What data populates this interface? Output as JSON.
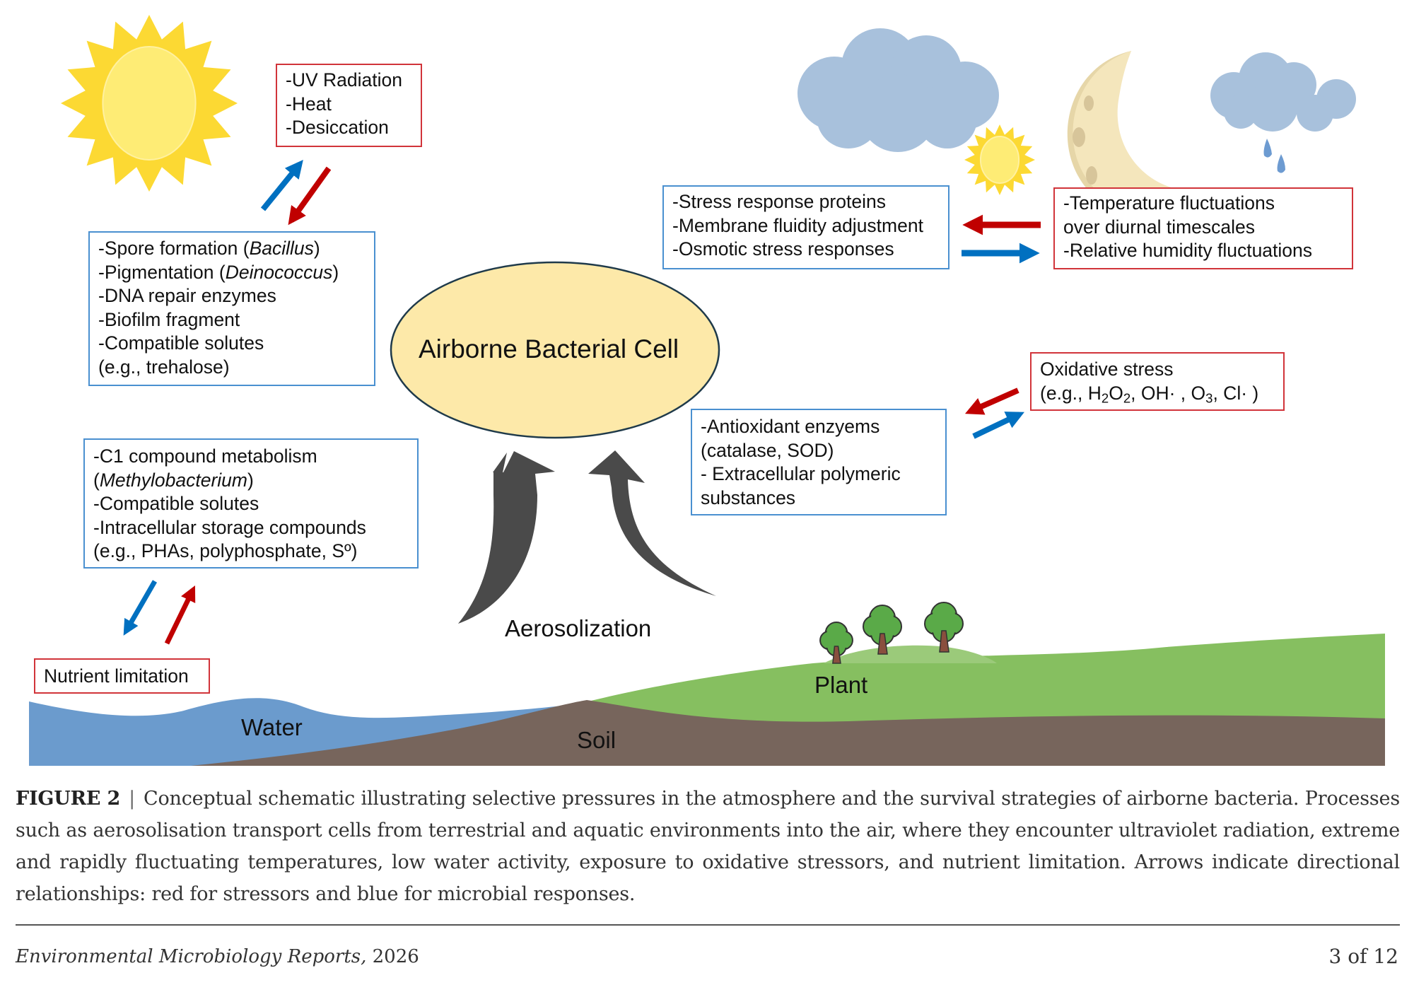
{
  "figure": {
    "central_label": "Airborne Bacterial Cell",
    "aerosolization_label": "Aerosolization",
    "environment_labels": {
      "water": "Water",
      "soil": "Soil",
      "plant": "Plant"
    },
    "stressor_boxes": {
      "sun": [
        "-UV Radiation",
        "-Heat",
        "-Desiccation"
      ],
      "diurnal": [
        "-Temperature fluctuations",
        "over diurnal timescales",
        "-Relative humidity fluctuations"
      ],
      "oxidative_title": "Oxidative stress",
      "oxidative_examples": {
        "prefix": "(e.g., H",
        "h2o2_sub1": "2",
        "o": "O",
        "h2o2_sub2": "2",
        "mid": ", OH· , O",
        "o3_sub": "3",
        "suffix": ", Cl· )"
      },
      "nutrient": "Nutrient limitation"
    },
    "response_boxes": {
      "sun_response": {
        "spore_prefix": "-Spore formation (",
        "spore_genus": "Bacillus",
        "spore_suffix": ")",
        "pigment_prefix": "-Pigmentation (",
        "pigment_genus": "Deinococcus",
        "pigment_suffix": ")",
        "lines": [
          "-DNA repair enzymes",
          "-Biofilm fragment",
          "-Compatible solutes",
          "(e.g., trehalose)"
        ]
      },
      "diurnal_response": [
        "-Stress response proteins",
        "-Membrane fluidity adjustment",
        "-Osmotic stress responses"
      ],
      "oxidative_response": [
        "-Antioxidant enzyems",
        "(catalase, SOD)",
        "- Extracellular polymeric",
        "substances"
      ],
      "nutrient_response": {
        "line1": "-C1 compound metabolism",
        "genus_prefix": "(",
        "genus": "Methylobacterium",
        "genus_suffix": ")",
        "lines": [
          "-Compatible solutes",
          "-Intracellular storage compounds",
          "(e.g., PHAs, polyphosphate, Sº)"
        ]
      }
    },
    "colors": {
      "stressor_arrow": "#c00000",
      "response_arrow": "#0070c0",
      "stressor_border": "#d1343a",
      "response_border": "#4a90d0",
      "cell_fill": "#fde9a9",
      "water": "#6b9bcd",
      "soil": "#77655c",
      "plant": "#86bf60",
      "cloud": "#a8c1dc",
      "sun": "#fde144",
      "moon": "#f3e5b8",
      "aerosol_arrow": "#4a4a4a"
    },
    "icons": [
      "sun-icon",
      "cloud-icon",
      "moon-icon",
      "rain-cloud-icon",
      "small-sun-icon",
      "tree-icon"
    ]
  },
  "caption": {
    "figure_label": "FIGURE 2",
    "separator": "|",
    "text": "Conceptual schematic illustrating selective pressures in the atmosphere and the survival strategies of airborne bacteria. Processes such as aerosolisation transport cells from terrestrial and aquatic environments into the air, where they encounter ultraviolet radiation, extreme and rapidly fluctuating temperatures, low water activity, exposure to oxidative stressors, and nutrient limitation. Arrows indicate directional relation­ships: red for stressors and blue for microbial responses."
  },
  "footer": {
    "journal": "Environmental Microbiology Reports,",
    "year": "2026",
    "page": "3 of 12"
  }
}
